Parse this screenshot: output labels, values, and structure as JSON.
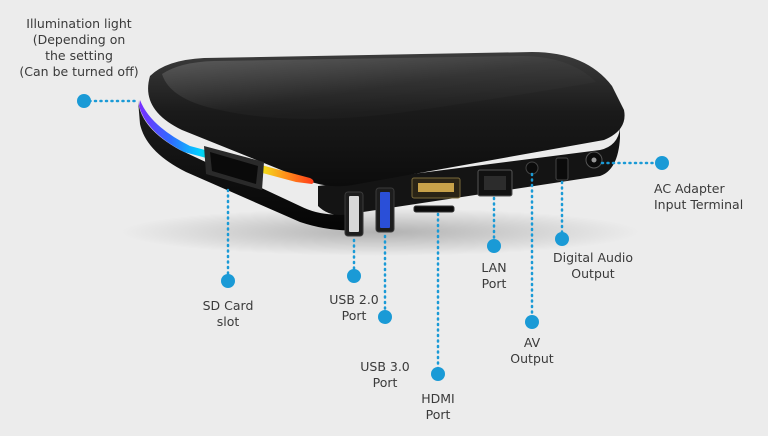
{
  "accent_color": "#1a9ad6",
  "callouts": {
    "illumination": {
      "lines": [
        "Illumination light",
        "(Depending on",
        "the setting",
        "(Can be turned off)"
      ]
    },
    "sd_card": {
      "lines": [
        "SD Card",
        "slot"
      ]
    },
    "usb2": {
      "lines": [
        "USB 2.0",
        "Port"
      ]
    },
    "usb3": {
      "lines": [
        "USB 3.0",
        "Port"
      ]
    },
    "hdmi": {
      "lines": [
        "HDMI",
        "Port"
      ]
    },
    "lan": {
      "lines": [
        "LAN",
        "Port"
      ]
    },
    "av": {
      "lines": [
        "AV",
        "Output"
      ]
    },
    "digital_audio": {
      "lines": [
        "Digital Audio",
        "Output"
      ]
    },
    "ac_adapter": {
      "lines": [
        "AC Adapter",
        "Input Terminal"
      ]
    }
  }
}
